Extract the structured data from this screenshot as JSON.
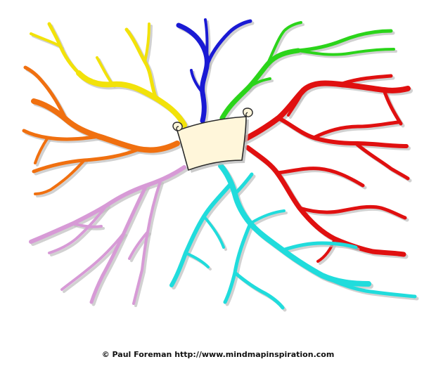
{
  "colors": {
    "background": "#ffffff",
    "yellow": "#f2e20a",
    "blue": "#1a1ad4",
    "green": "#2bd41a",
    "red": "#e01010",
    "orange": "#f07010",
    "violet": "#d79ad6",
    "cyan": "#20dcdc",
    "scroll_fill": "#fff6da",
    "scroll_stroke": "#2a2a2a",
    "shadow": "#bdbdbd"
  },
  "center": {
    "shape": "scroll",
    "title": ""
  },
  "branches": [
    {
      "color": "yellow",
      "direction": "upper-left"
    },
    {
      "color": "blue",
      "direction": "up"
    },
    {
      "color": "green",
      "direction": "upper-right"
    },
    {
      "color": "red",
      "direction": "right"
    },
    {
      "color": "orange",
      "direction": "left"
    },
    {
      "color": "violet",
      "direction": "lower-left"
    },
    {
      "color": "cyan",
      "direction": "lower-right"
    }
  ],
  "caption": "© Paul Foreman http://www.mindmapinspiration.com"
}
